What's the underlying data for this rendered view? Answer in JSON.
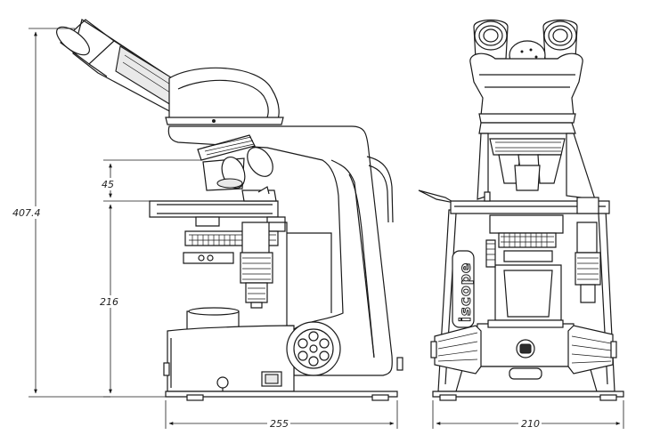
{
  "dimensions": {
    "overall_height": "407.4",
    "nosepiece_gap": "45",
    "stage_height": "216",
    "side_width": "255",
    "front_width": "210"
  },
  "brand_label": "iscope"
}
